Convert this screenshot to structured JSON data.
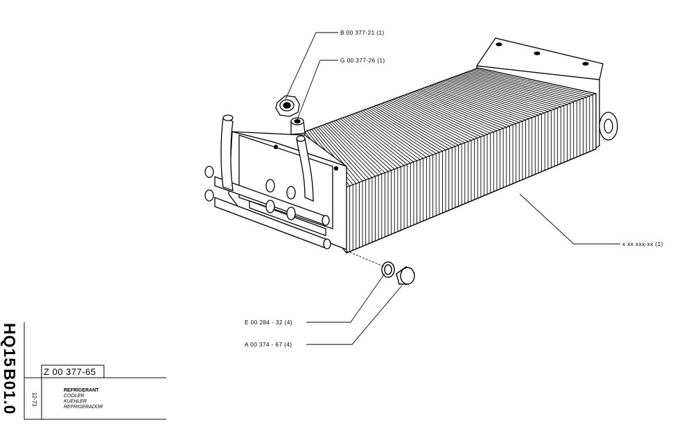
{
  "callouts": {
    "nut": "B 00 377-21 (1)",
    "fitting": "G 00 377-26 (1)",
    "cooler": "x xx xxx-xx (1)",
    "washer": "E 00 284 - 32 (4)",
    "cap": "A 00 374 - 67 (4)"
  },
  "title_block": {
    "side_code_1": "HQ15",
    "side_code_2": "B01.0",
    "ref_code": "Z 00 377-65",
    "date": "12-73",
    "names": [
      "REFRIGERANT",
      "COOLER",
      "KUEHLER",
      "REFRIGERADOR"
    ]
  }
}
